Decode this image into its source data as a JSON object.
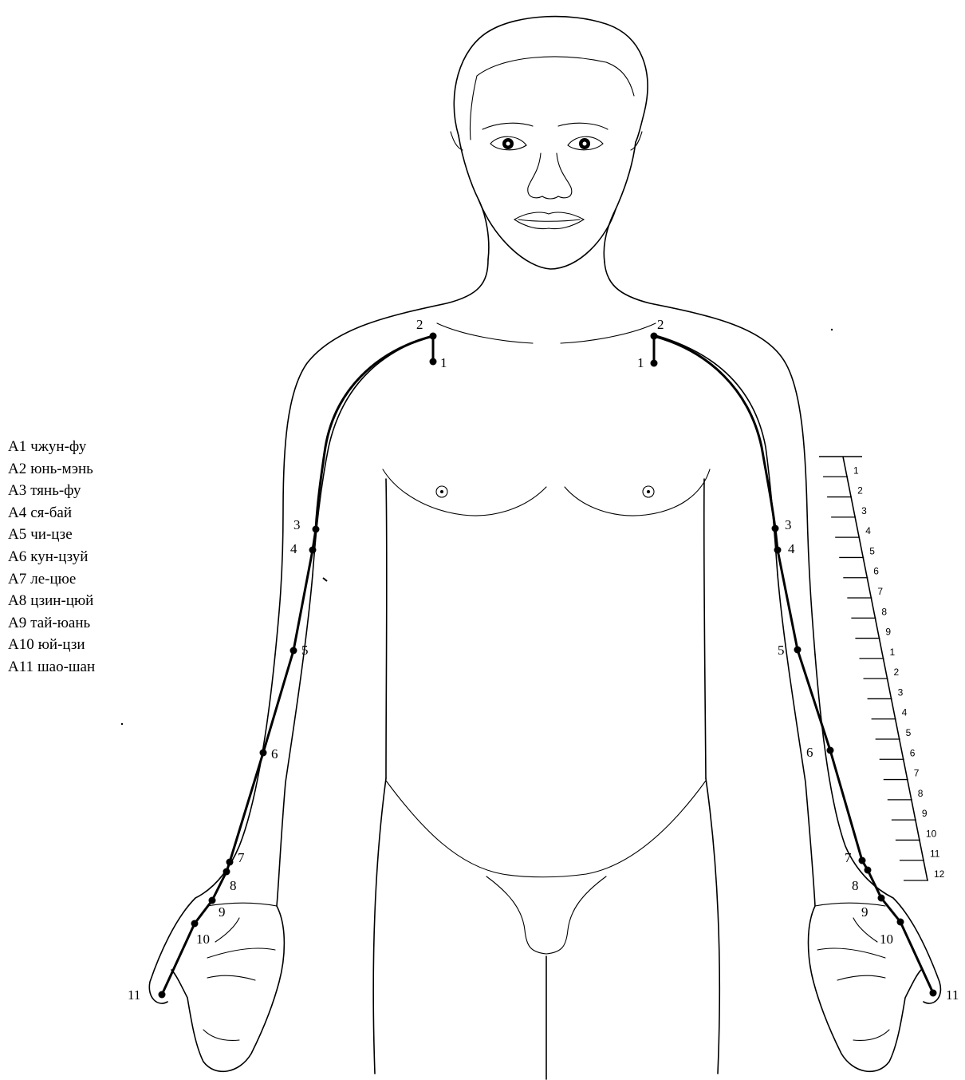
{
  "legend": [
    {
      "code": "A1",
      "name": "чжун-фу"
    },
    {
      "code": "A2",
      "name": "юнь-мэнь"
    },
    {
      "code": "A3",
      "name": "тянь-фу"
    },
    {
      "code": "A4",
      "name": "ся-бай"
    },
    {
      "code": "A5",
      "name": "чи-цзе"
    },
    {
      "code": "A6",
      "name": "кун-цзуй"
    },
    {
      "code": "A7",
      "name": "ле-цюе"
    },
    {
      "code": "A8",
      "name": "цзин-цюй"
    },
    {
      "code": "A9",
      "name": "тай-юань"
    },
    {
      "code": "A10",
      "name": "юй-цзи"
    },
    {
      "code": "A11",
      "name": "шао-шан"
    }
  ],
  "point_labels": [
    "1",
    "2",
    "3",
    "4",
    "5",
    "6",
    "7",
    "8",
    "9",
    "10",
    "11"
  ],
  "scale": {
    "upper_arm_marks": [
      "1",
      "2",
      "3",
      "4",
      "5",
      "6",
      "7",
      "8",
      "9"
    ],
    "forearm_marks": [
      "1",
      "2",
      "3",
      "4",
      "5",
      "6",
      "7",
      "8",
      "9",
      "10",
      "11",
      "12"
    ]
  }
}
